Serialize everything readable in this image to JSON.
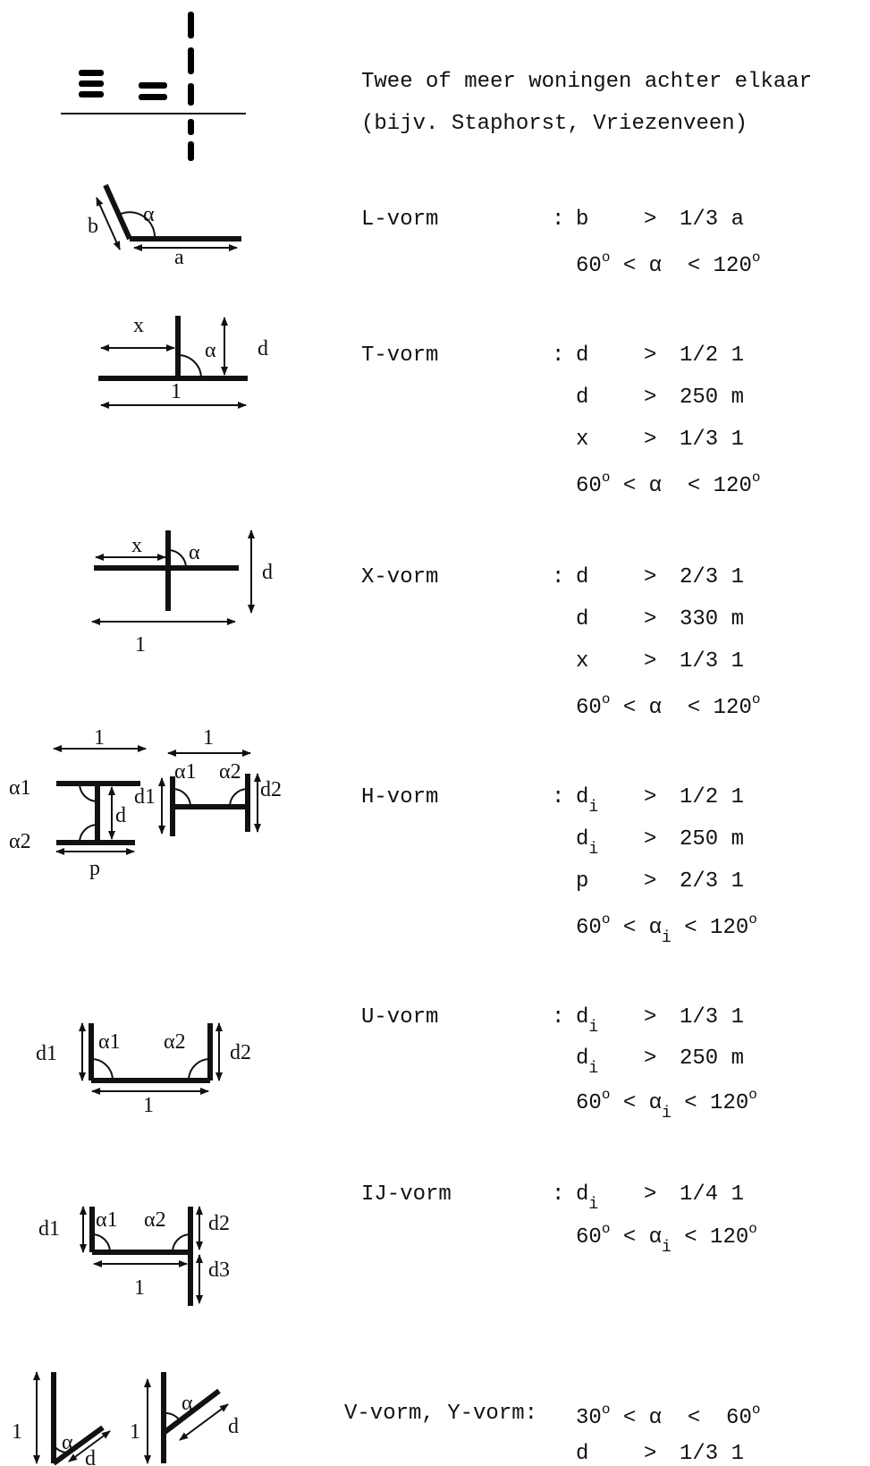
{
  "intro": {
    "line1": "Twee of meer woningen achter elkaar",
    "line2": "(bijv. Staphorst, Vriezenveen)"
  },
  "forms": [
    {
      "name": "L-vorm",
      "conditions": [
        {
          "lhs": "b",
          "rel": ">",
          "rhs": "1/3 a"
        },
        {
          "lhs": "60°",
          "rel": "< α <",
          "rhs": "120°"
        }
      ],
      "labels": {
        "b": "b",
        "a": "a",
        "alpha": "α"
      }
    },
    {
      "name": "T-vorm",
      "conditions": [
        {
          "lhs": "d",
          "rel": ">",
          "rhs": "1/2 1"
        },
        {
          "lhs": "d",
          "rel": ">",
          "rhs": "250 m"
        },
        {
          "lhs": "x",
          "rel": ">",
          "rhs": "1/3 1"
        },
        {
          "lhs": "60°",
          "rel": "< α <",
          "rhs": "120°"
        }
      ],
      "labels": {
        "x": "x",
        "alpha": "α",
        "d": "d",
        "l": "1"
      }
    },
    {
      "name": "X-vorm",
      "conditions": [
        {
          "lhs": "d",
          "rel": ">",
          "rhs": "2/3 1"
        },
        {
          "lhs": "d",
          "rel": ">",
          "rhs": "330 m"
        },
        {
          "lhs": "x",
          "rel": ">",
          "rhs": "1/3 1"
        },
        {
          "lhs": "60°",
          "rel": "< α <",
          "rhs": "120°"
        }
      ],
      "labels": {
        "x": "x",
        "alpha": "α",
        "d": "d",
        "l": "1"
      }
    },
    {
      "name": "H-vorm",
      "conditions": [
        {
          "lhs": "di",
          "rel": ">",
          "rhs": "1/2 1"
        },
        {
          "lhs": "di",
          "rel": ">",
          "rhs": "250 m"
        },
        {
          "lhs": "p",
          "rel": ">",
          "rhs": "2/3 1"
        },
        {
          "lhs": "60°",
          "rel": "< αi <",
          "rhs": "120°"
        }
      ],
      "labels": {
        "l": "1",
        "alpha1": "α1",
        "alpha2": "α2",
        "d": "d",
        "d1": "d1",
        "d2": "d2",
        "p": "p"
      }
    },
    {
      "name": "U-vorm",
      "conditions": [
        {
          "lhs": "di",
          "rel": ">",
          "rhs": "1/3 1"
        },
        {
          "lhs": "di",
          "rel": ">",
          "rhs": "250 m"
        },
        {
          "lhs": "60°",
          "rel": "< αi <",
          "rhs": "120°"
        }
      ],
      "labels": {
        "d1": "d1",
        "d2": "d2",
        "alpha1": "α1",
        "alpha2": "α2",
        "l": "1"
      }
    },
    {
      "name": "IJ-vorm",
      "conditions": [
        {
          "lhs": "di",
          "rel": ">",
          "rhs": "1/4 1"
        },
        {
          "lhs": "60°",
          "rel": "< αi <",
          "rhs": "120°"
        }
      ],
      "labels": {
        "d1": "d1",
        "d2": "d2",
        "d3": "d3",
        "alpha1": "α1",
        "alpha2": "α2",
        "l": "1"
      }
    },
    {
      "name": "V-vorm, Y-vorm:",
      "conditions": [
        {
          "lhs": "30°",
          "rel": "< α <",
          "rhs": "60°"
        },
        {
          "lhs": "d",
          "rel": ">",
          "rhs": "1/3 1"
        }
      ],
      "labels": {
        "l": "1",
        "alpha": "α",
        "d": "d"
      }
    }
  ]
}
